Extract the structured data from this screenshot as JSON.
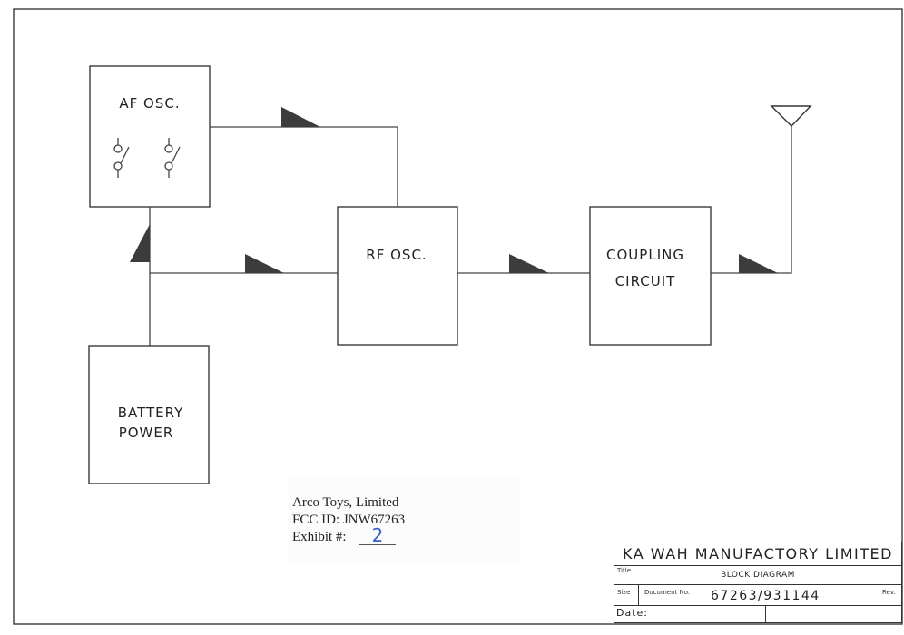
{
  "diagram": {
    "title": "BLOCK DIAGRAM",
    "blocks": [
      {
        "id": "af_osc",
        "label_lines": [
          "AF OSC."
        ],
        "has_switches": true
      },
      {
        "id": "rf_osc",
        "label_lines": [
          "RF OSC."
        ]
      },
      {
        "id": "coupling",
        "label_lines": [
          "COUPLING",
          "CIRCUIT"
        ]
      },
      {
        "id": "battery",
        "label_lines": [
          "BATTERY",
          "POWER"
        ]
      }
    ],
    "connections": [
      {
        "from": "af_osc",
        "to": "rf_osc",
        "route": "top wire",
        "arrow": "right"
      },
      {
        "from": "battery",
        "to": "af_osc",
        "route": "vertical wire",
        "arrow": "up"
      },
      {
        "from": "battery",
        "to": "rf_osc",
        "route": "middle wire",
        "arrow": "right"
      },
      {
        "from": "rf_osc",
        "to": "coupling",
        "arrow": "right"
      },
      {
        "from": "coupling",
        "to": "antenna",
        "arrow": "right"
      }
    ],
    "antenna": {
      "symbol": "antenna-icon"
    },
    "switches": {
      "count": 2,
      "symbol": "switch-icon"
    }
  },
  "stamp": {
    "company": "Arco Toys, Limited",
    "fcc_id_line": "FCC ID:  JNW67263",
    "exhibit_label": "Exhibit #:",
    "exhibit_value": "2"
  },
  "title_block": {
    "company": "KA WAH MANUFACTORY LIMITED",
    "title_label": "Title",
    "title_value": "BLOCK DIAGRAM",
    "size_label": "Size",
    "document_no_label": "Document No.",
    "document_no_value": "67263/931144",
    "rev_label": "Rev.",
    "date_label": "Date:"
  }
}
